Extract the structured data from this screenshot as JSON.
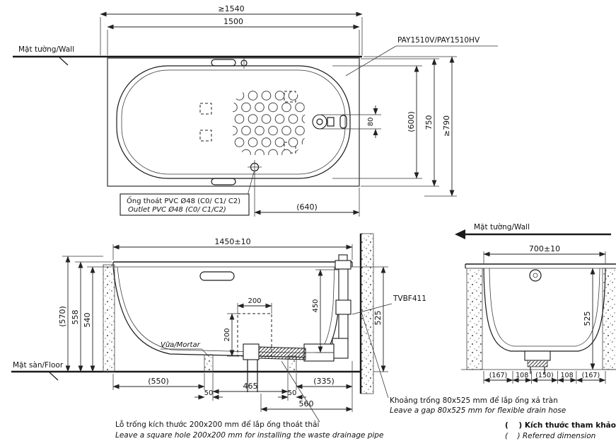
{
  "colors": {
    "ink": "#1a1a1a",
    "bg": "#ffffff"
  },
  "labels": {
    "wall_top": "Mặt tường/Wall",
    "wall_end": "Mặt tường/Wall",
    "floor": "Mặt sàn/Floor",
    "mortar": "Vữa/Mortar",
    "model": "PAY1510V/PAY1510HV",
    "valve_model": "TVBF411",
    "outlet_line1": "Ống thoát PVC Ø48 (C0/ C1/ C2)",
    "outlet_line2": "Outlet PVC Ø48 (C0/ C1/C2)",
    "gap_line1": "Khoảng trống 80x525 mm để lắp ống xả tràn",
    "gap_line2": "Leave a gap 80x525 mm for flexible drain hose",
    "hole_line1": "Lỗ trống kích thước 200x200 mm để lắp ống thoát thải",
    "hole_line2": "Leave a square hole 200x200 mm for installing the waste drainage pipe",
    "legend_line1": "(    ) Kích thước tham khảo",
    "legend_line2": "(    ) Referred dimension"
  },
  "dims": {
    "plan": {
      "overall_length": "≥1540",
      "length": "1500",
      "basin_width": "(600)",
      "width": "750",
      "overall_width": "≥790",
      "drain_size": "80",
      "drain_to_end": "(640)"
    },
    "side": {
      "length": "1450±10",
      "total_height": "(570)",
      "rim_height": "558",
      "inner_height": "540",
      "drain_height": "450",
      "hole_w": "200",
      "hole_h": "200",
      "gap_height": "525",
      "d550": "(550)",
      "d50a": "50",
      "d465": "465",
      "d50b": "50",
      "d335": "(335)",
      "d560": "560"
    },
    "end": {
      "width": "700±10",
      "gap_height": "525",
      "segs": [
        "(167)",
        "108",
        "(150)",
        "108",
        "(167)"
      ]
    }
  }
}
